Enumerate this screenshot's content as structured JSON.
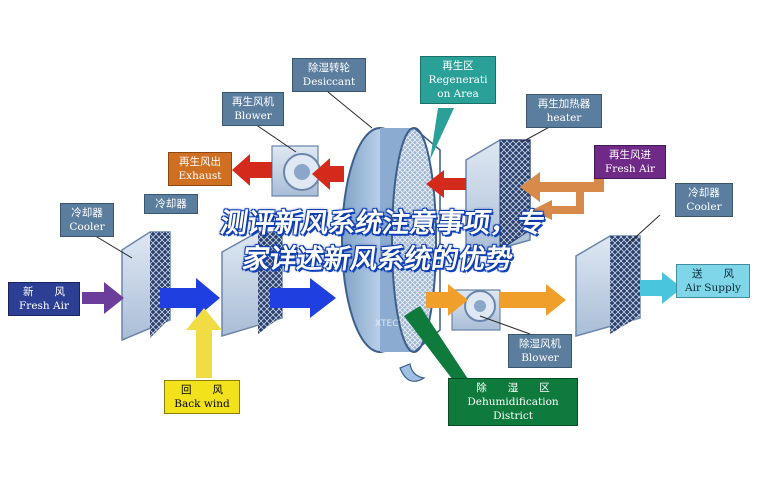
{
  "labels": {
    "desiccant": {
      "cn": "除湿转轮",
      "en": "Desiccant"
    },
    "regen_area": {
      "cn": "再生区",
      "en1": "Regenerati",
      "en2": "on Area"
    },
    "regen_blower": {
      "cn": "再生风机",
      "en": "Blower"
    },
    "regen_heater": {
      "cn": "再生加热器",
      "en": "heater"
    },
    "regen_exhaust": {
      "cn": "再生风出",
      "en": "Exhaust"
    },
    "regen_fresh": {
      "cn": "再生风进",
      "en": "Fresh Air"
    },
    "cooler_left": {
      "cn": "冷却器",
      "en": "Cooler"
    },
    "cooler_mid": {
      "cn": "冷却器"
    },
    "cooler_right": {
      "cn": "冷却器",
      "en": "Cooler"
    },
    "fresh_air": {
      "cn": "新　　风",
      "en": "Fresh Air"
    },
    "back_wind": {
      "cn": "回　　风",
      "en": "Back wind"
    },
    "supply_air": {
      "cn": "送　　风",
      "en": "Air Supply"
    },
    "dehum_blower": {
      "cn": "除湿风机",
      "en": "Blower"
    },
    "dehum_district": {
      "cn": "除　　湿　　区",
      "en1": "Dehumidification",
      "en2": "District"
    }
  },
  "overlay": {
    "line1": "测评新风系统注意事项，专",
    "line2": "家详述新风系统的优势"
  },
  "colors": {
    "label_blue": "#5c7e9e",
    "regen_teal": "#2aa198",
    "exhaust_orange": "#cf6f22",
    "arrow_red": "#d42a1c",
    "arrow_blue": "#1f3fe0",
    "arrow_orange": "#f0a02a",
    "arrow_yellow": "#f1dc45",
    "arrow_cyan": "#49c6dd",
    "purple": "#6e2a86",
    "green": "#0e7a3b"
  }
}
